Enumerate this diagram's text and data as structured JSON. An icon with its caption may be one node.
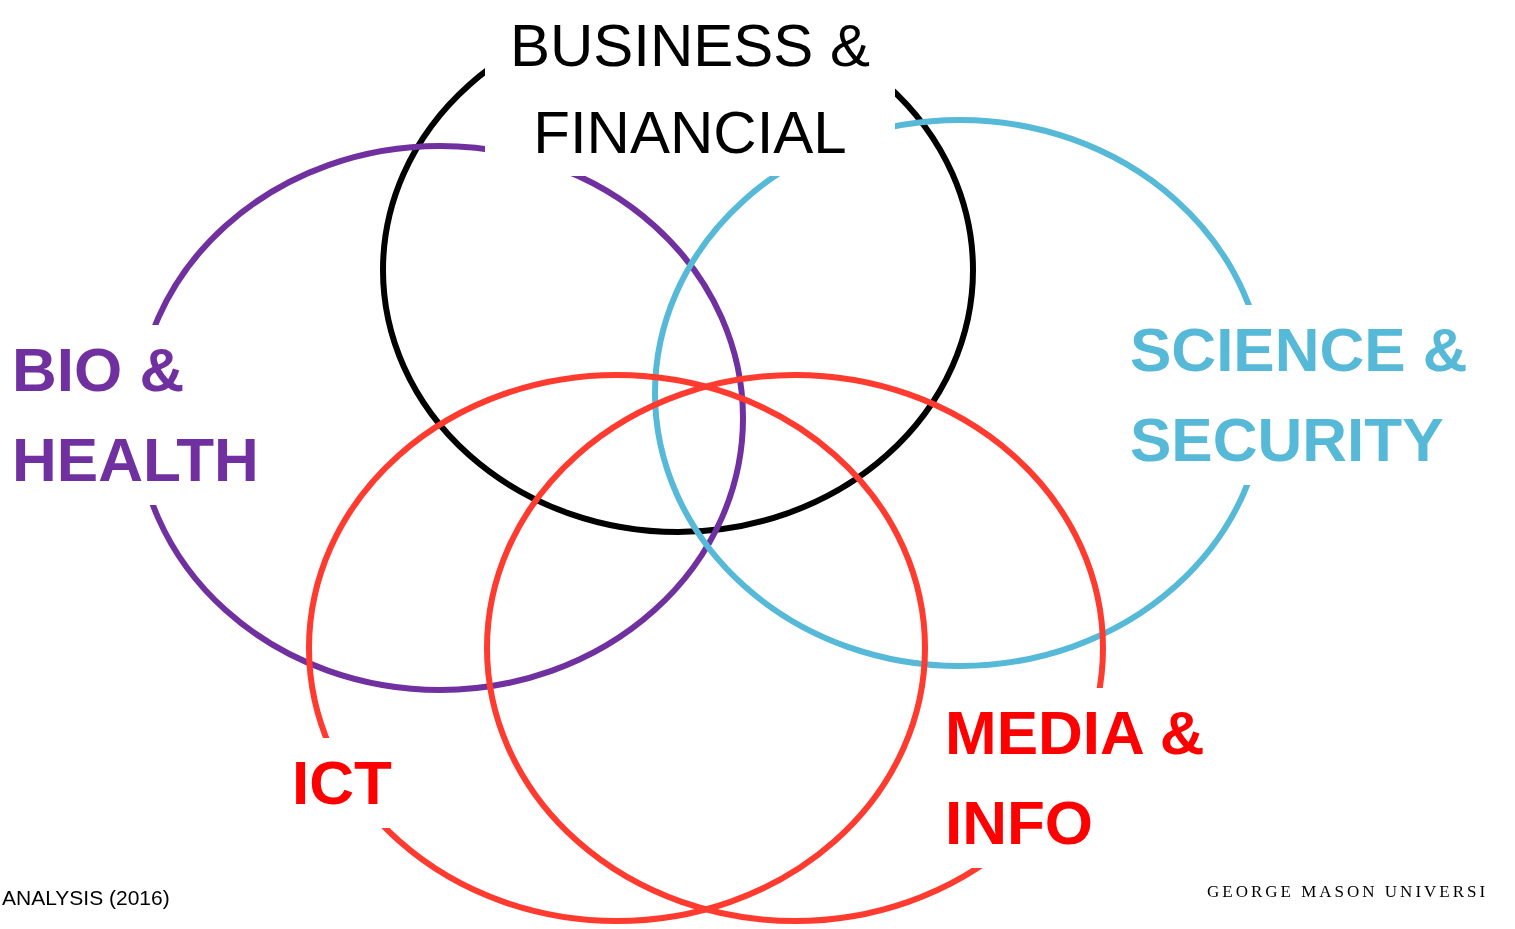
{
  "diagram": {
    "nodes": [
      {
        "text": [
          "BUSINESS & FINANCIAL"
        ]
      },
      {
        "text": [
          "BIO & HEALTH"
        ]
      },
      {
        "text": [
          "SCIENCE & SECURITY"
        ]
      },
      {
        "text": [
          "ICT"
        ]
      },
      {
        "text": [
          "MEDIA & INFO"
        ]
      }
    ],
    "labels": [
      "ANALYSIS (2016)",
      "GEORGE MASON UNIVERSI"
    ]
  }
}
